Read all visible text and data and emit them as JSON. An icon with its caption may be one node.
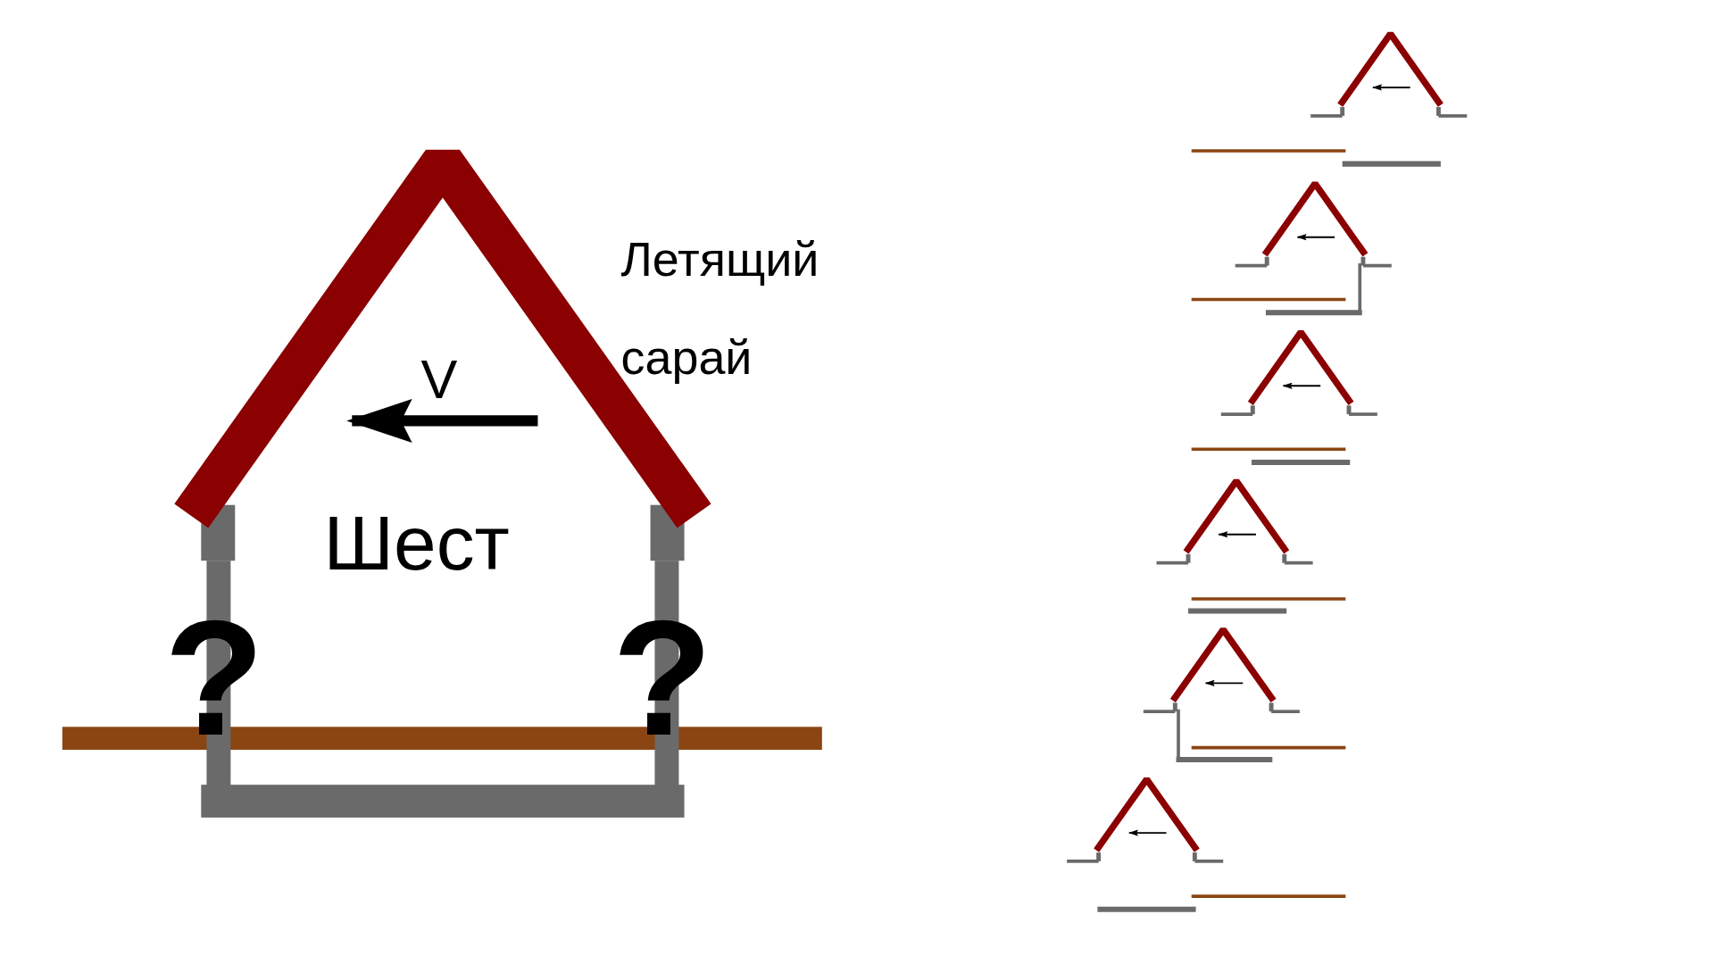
{
  "diagram": {
    "labels": [
      "Летящий сарай",
      "V",
      "Шест",
      "?",
      "?"
    ]
  }
}
